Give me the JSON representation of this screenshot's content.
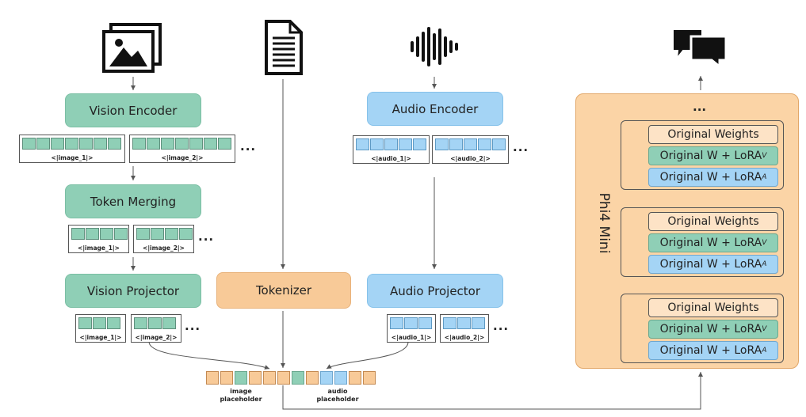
{
  "vision": {
    "encoder": "Vision Encoder",
    "merging": "Token Merging",
    "projector": "Vision Projector",
    "tokens": [
      "<|image_1|>",
      "<|image_2|>"
    ],
    "ellipsis": "..."
  },
  "tokenizer": "Tokenizer",
  "audio": {
    "encoder": "Audio Encoder",
    "projector": "Audio Projector",
    "tokens": [
      "<|audio_1|>",
      "<|audio_2|>"
    ],
    "ellipsis": "..."
  },
  "placeholders": {
    "image": "image placeholder",
    "audio": "audio placeholder"
  },
  "phi": {
    "title": "Phi4 Mini",
    "top_ellipsis": "...",
    "original": "Original Weights",
    "lora_v_prefix": "Original W + LoRA",
    "lora_v_sub": "V",
    "lora_a_prefix": "Original W + LoRA",
    "lora_a_sub": "A"
  },
  "icons": [
    "image-gallery-icon",
    "document-icon",
    "audio-waveform-icon",
    "chat-bubbles-icon"
  ]
}
